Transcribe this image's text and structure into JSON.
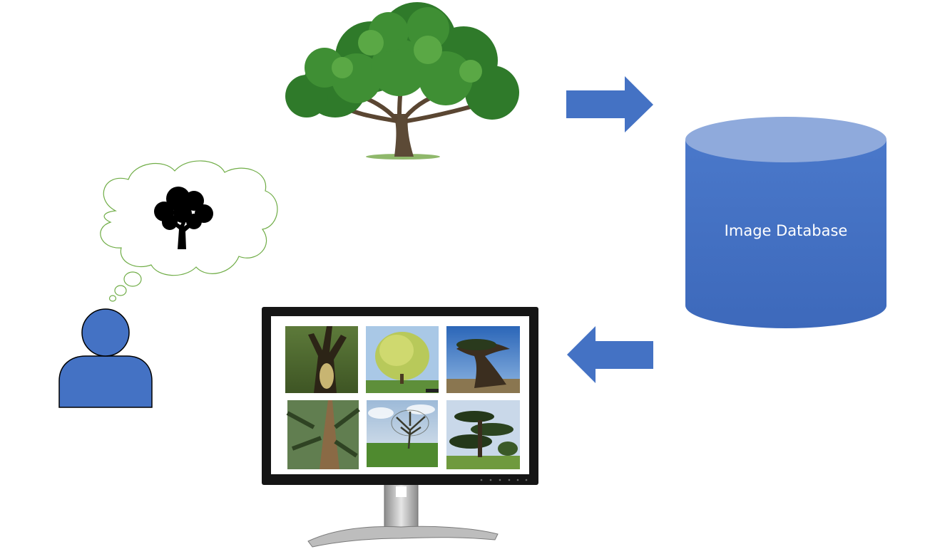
{
  "database": {
    "label": "Image Database",
    "color_body": "#4472c4",
    "color_top": "#8faadc"
  },
  "arrows": {
    "color": "#4472c4",
    "items": [
      {
        "name": "arrow-to-database",
        "direction": "right"
      },
      {
        "name": "arrow-to-monitor",
        "direction": "left"
      }
    ]
  },
  "user": {
    "icon": "person-icon",
    "color": "#4472c4"
  },
  "thought": {
    "icon": "tree-silhouette-icon",
    "bubble_color": "#70ad47"
  },
  "tree": {
    "icon": "oak-tree-image"
  },
  "monitor": {
    "icon": "monitor-icon",
    "results_grid": {
      "rows": 2,
      "columns": 3,
      "count": 6
    }
  }
}
